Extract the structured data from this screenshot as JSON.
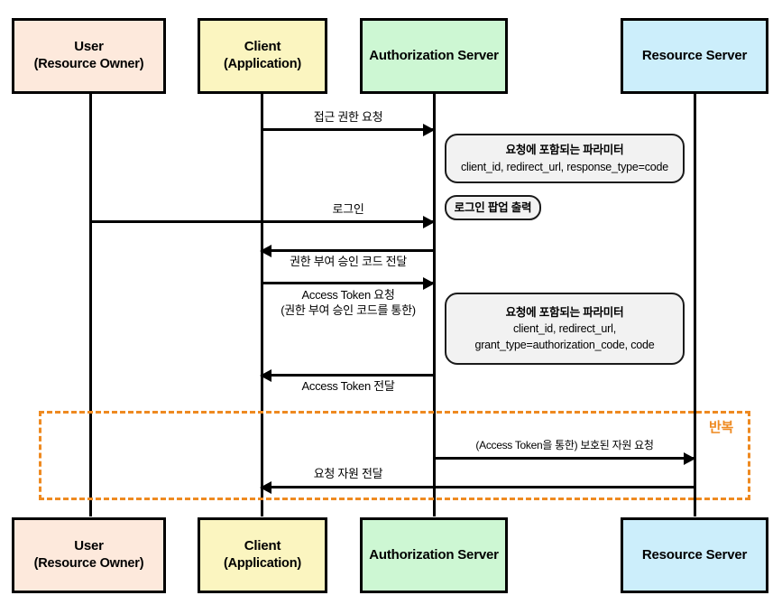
{
  "diagram": {
    "title": "OAuth 2.0 Authorization Code Grant Sequence Diagram",
    "colors": {
      "user": "#FDE9DC",
      "client": "#FBF5C0",
      "authorization_server": "#CDF7D3",
      "resource_server": "#CCEEFB",
      "line": "#000000",
      "repeat_accent": "#EE8A21",
      "note_fill": "#F2F2F2"
    },
    "actors": [
      {
        "id": "user",
        "line1": "User",
        "line2": "(Resource Owner)"
      },
      {
        "id": "client",
        "line1": "Client",
        "line2": "(Application)"
      },
      {
        "id": "auth",
        "line1": "Authorization Server",
        "line2": ""
      },
      {
        "id": "res",
        "line1": "Resource Server",
        "line2": ""
      }
    ],
    "messages": [
      {
        "id": "m1",
        "label_line1": "접근 권한 요청",
        "label_line2": "",
        "from": "client",
        "to": "auth",
        "direction": "right"
      },
      {
        "id": "m2",
        "label_line1": "로그인",
        "label_line2": "",
        "from": "user",
        "to": "auth",
        "direction": "right"
      },
      {
        "id": "m3",
        "label_line1": "권한 부여 승인 코드 전달",
        "label_line2": "",
        "from": "auth",
        "to": "client",
        "direction": "left"
      },
      {
        "id": "m4",
        "label_line1": "Access Token 요청",
        "label_line2": "(권한 부여 승인 코드를 통한)",
        "from": "client",
        "to": "auth",
        "direction": "right"
      },
      {
        "id": "m5",
        "label_line1": "Access Token 전달",
        "label_line2": "",
        "from": "auth",
        "to": "client",
        "direction": "left"
      },
      {
        "id": "m6",
        "label_line1": "(Access Token을 통한) 보호된 자원 요청",
        "label_line2": "",
        "from": "auth",
        "to": "res",
        "direction": "right"
      },
      {
        "id": "m7",
        "label_line1": "요청 자원 전달",
        "label_line2": "",
        "from": "res",
        "to": "client",
        "direction": "left"
      }
    ],
    "notes": [
      {
        "id": "n1",
        "title": "요청에 포함되는 파라미터",
        "body_line1": "client_id, redirect_url, response_type=code",
        "body_line2": ""
      },
      {
        "id": "n2",
        "title": "로그인 팝업 출력",
        "body_line1": "",
        "body_line2": ""
      },
      {
        "id": "n3",
        "title": "요청에 포함되는 파라미터",
        "body_line1": "client_id, redirect_url,",
        "body_line2": "grant_type=authorization_code, code"
      }
    ],
    "repeat_frame": {
      "label": "반복"
    }
  }
}
